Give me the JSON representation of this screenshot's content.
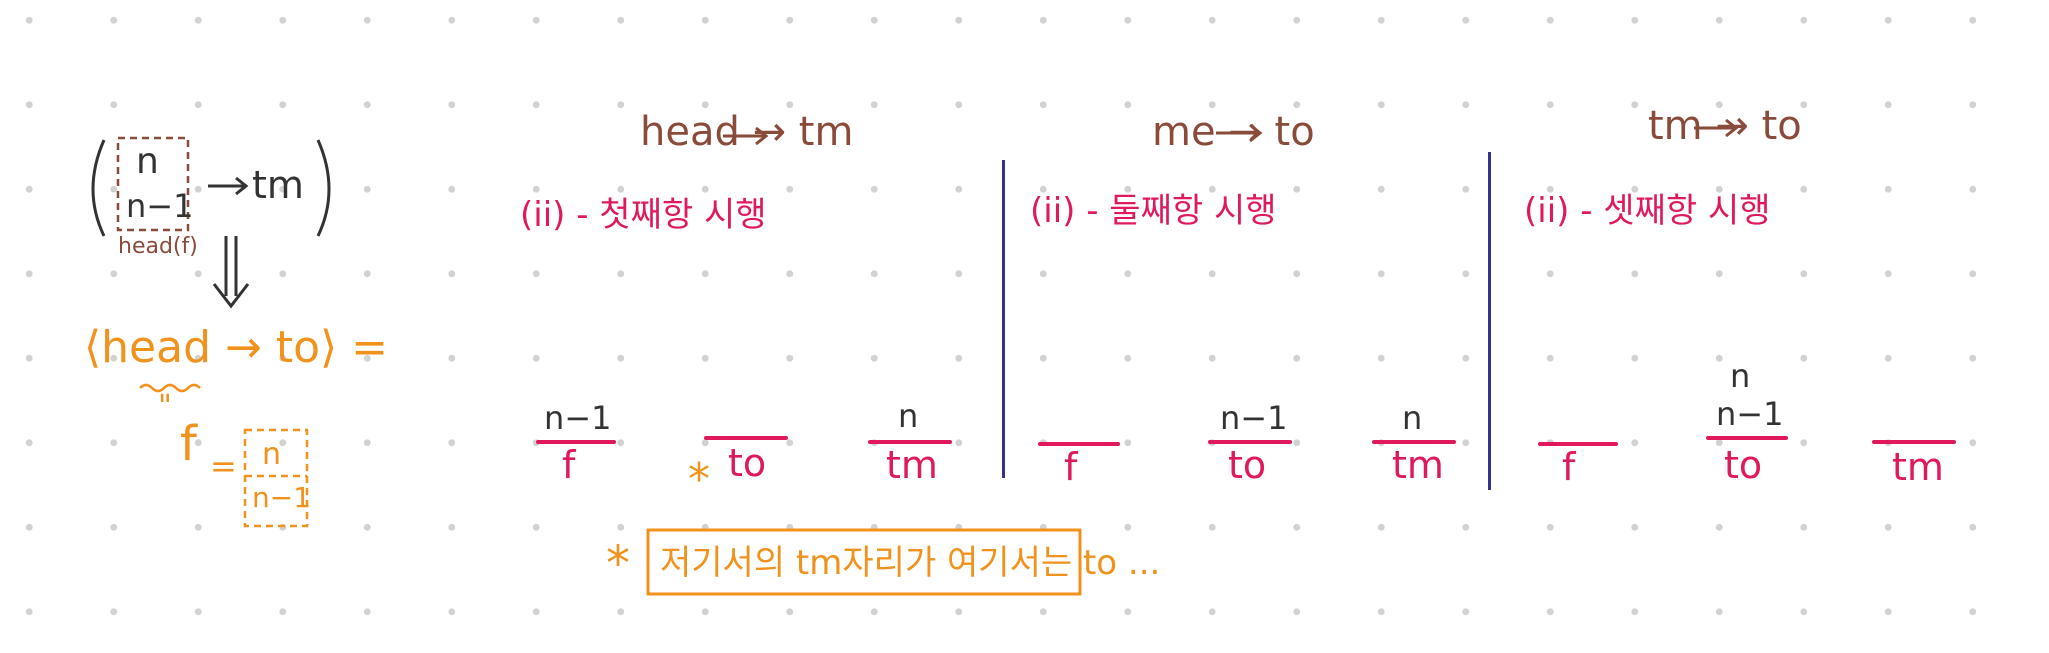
{
  "left": {
    "disk_top": "n",
    "disk_bottom": "n−1",
    "arrow_target": "tm",
    "head_note": "head(f)",
    "equation": "⟨head → to⟩ =",
    "f_label": "f",
    "box_top": "n",
    "box_bottom": "n−1",
    "ditto": "\""
  },
  "columns": [
    {
      "heading": "head → tm",
      "step": "(ii) - 첫째항 시행",
      "pegs": [
        {
          "label": "f",
          "disks": [
            "n−1"
          ]
        },
        {
          "label": "to",
          "disks": []
        },
        {
          "label": "tm",
          "disks": [
            "n"
          ]
        }
      ]
    },
    {
      "heading": "me → to",
      "step": "(ii) - 둘째항 시행",
      "pegs": [
        {
          "label": "f",
          "disks": []
        },
        {
          "label": "to",
          "disks": [
            "n−1"
          ]
        },
        {
          "label": "tm",
          "disks": [
            "n"
          ]
        }
      ]
    },
    {
      "heading": "tm → to",
      "step": "(ii) - 셋째항 시행",
      "pegs": [
        {
          "label": "f",
          "disks": []
        },
        {
          "label": "to",
          "disks": [
            "n",
            "n−1"
          ]
        },
        {
          "label": "tm",
          "disks": []
        }
      ]
    }
  ],
  "note": {
    "star": "*",
    "text": "저기서의 tm자리가 여기서는 to ..."
  },
  "colors": {
    "brown": "#8a4b3a",
    "pink": "#e0195f",
    "orange": "#f0921c",
    "divider": "#33338a"
  }
}
